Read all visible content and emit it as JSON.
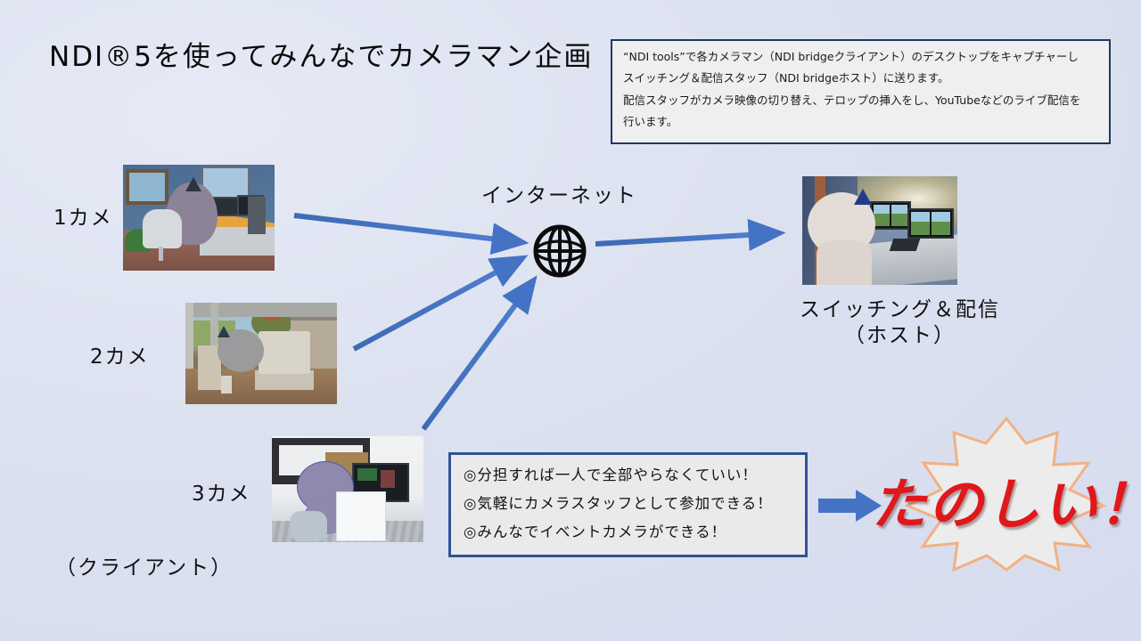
{
  "slide": {
    "title": "NDI®5を使ってみんなでカメラマン企画",
    "background_color": "#dce1f0",
    "accent_color": "#4472c4"
  },
  "info_box": {
    "border_color": "#1f3864",
    "fill_color": "#efefef",
    "lines": [
      "“NDI tools”で各カメラマン（NDI bridgeクライアント）のデスクトップをキャプチャーし",
      "スイッチング＆配信スタッフ（NDI bridgeホスト）に送ります。",
      "配信スタッフがカメラ映像の切り替え、テロップの挿入をし、YouTubeなどのライブ配信を",
      "行います。"
    ]
  },
  "diagram": {
    "internet_label": "インターネット",
    "internet_icon": "globe-icon",
    "client_group_label": "（クライアント）",
    "host_label_line1": "スイッチング＆配信",
    "host_label_line2": "（ホスト）",
    "cameras": [
      {
        "label": "1カメ",
        "thumbnail_name": "camera-1-screenshot"
      },
      {
        "label": "2カメ",
        "thumbnail_name": "camera-2-screenshot"
      },
      {
        "label": "3カメ",
        "thumbnail_name": "camera-3-screenshot"
      }
    ],
    "host_thumbnail_name": "host-switching-screenshot",
    "arrow_count": 4,
    "arrow_color": "#4472c4"
  },
  "benefits_box": {
    "border_color": "#2e5496",
    "fill_color": "#eaeaea",
    "items": [
      "◎分担すれば一人で全部やらなくていい！",
      "◎気軽にカメラスタッフとして参加できる！",
      "◎みんなでイベントカメラができる！"
    ]
  },
  "callout": {
    "text": "たのしい！",
    "text_color": "#e0181b",
    "burst_outline_color": "#f2b183",
    "burst_fill_color": "#ececec",
    "arrow_color": "#4472c4",
    "arrow_name": "block-arrow-right"
  }
}
